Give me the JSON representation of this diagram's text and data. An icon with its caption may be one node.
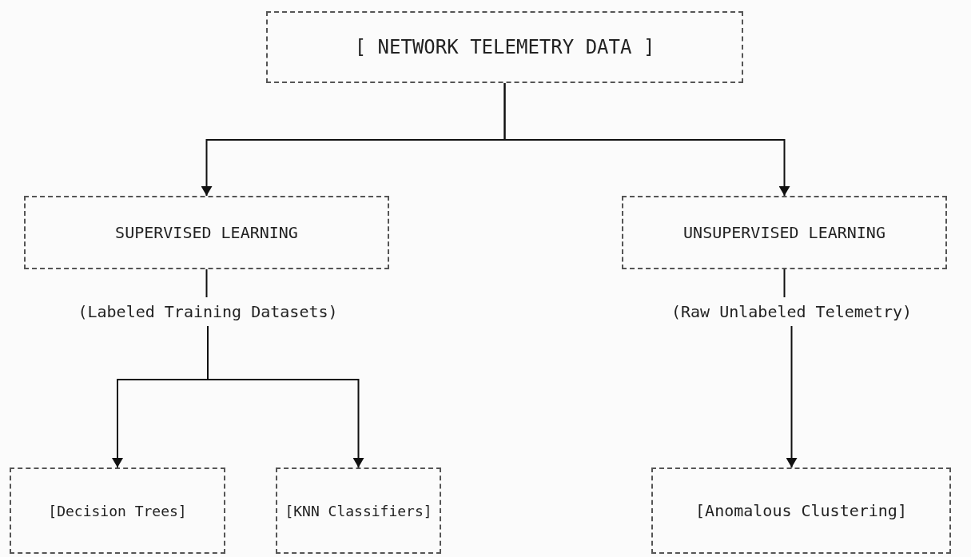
{
  "diagram": {
    "nodes": [
      {
        "text": [
          "[ NETWORK TELEMETRY DATA ]"
        ]
      },
      {
        "text": [
          "SUPERVISED LEARNING"
        ]
      },
      {
        "text": [
          "UNSUPERVISED LEARNING"
        ]
      },
      {
        "text": [
          "(Labeled Training Datasets)"
        ]
      },
      {
        "text": [
          "(Raw Unlabeled Telemetry)"
        ]
      },
      {
        "text": [
          "[Decision Trees]"
        ]
      },
      {
        "text": [
          "[KNN Classifiers]"
        ]
      },
      {
        "text": [
          "[Anomalous Clustering]"
        ]
      }
    ],
    "edges": [
      {
        "from": 0,
        "to": 1,
        "arrow": "to"
      },
      {
        "from": 0,
        "to": 2,
        "arrow": "to"
      },
      {
        "from": 1,
        "to": 3,
        "arrow": "none"
      },
      {
        "from": 3,
        "to": 5,
        "arrow": "to"
      },
      {
        "from": 3,
        "to": 6,
        "arrow": "to"
      },
      {
        "from": 2,
        "to": 4,
        "arrow": "none"
      },
      {
        "from": 4,
        "to": 7,
        "arrow": "to"
      }
    ]
  }
}
